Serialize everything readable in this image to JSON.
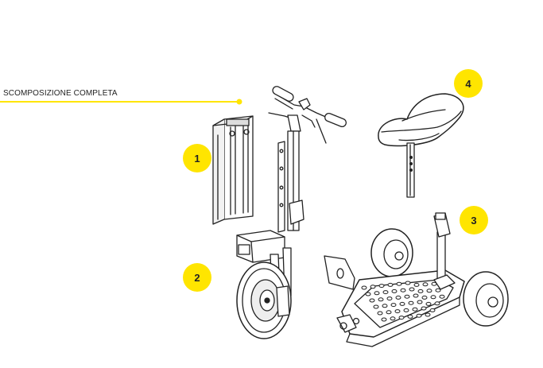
{
  "title": "SCOMPOSIZIONE COMPLETA",
  "callouts": [
    {
      "id": "battery",
      "label": "1"
    },
    {
      "id": "steering-column",
      "label": "2"
    },
    {
      "id": "platform-frame",
      "label": "3"
    },
    {
      "id": "seat",
      "label": "4"
    }
  ],
  "colors": {
    "accent": "#ffe500",
    "line": "#222222"
  }
}
